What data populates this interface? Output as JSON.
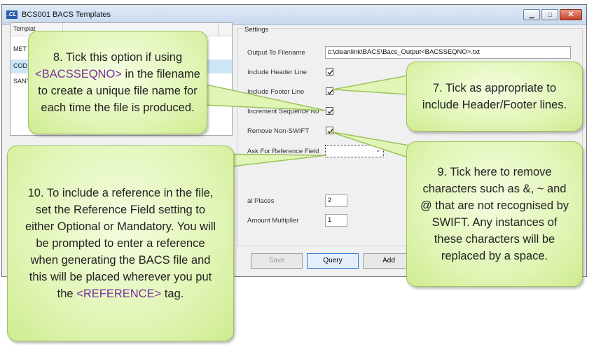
{
  "window": {
    "app_icon": ".CL",
    "title": "BCS001 BACS Templates",
    "min_glyph": "▁",
    "max_glyph": "□",
    "close_glyph": "✕"
  },
  "list": {
    "header": "Templat",
    "rows": [
      "MET",
      "COD",
      "SANT"
    ]
  },
  "settings": {
    "group_title": "Settings",
    "output_label": "Output To Filename",
    "output_value": "c:\\cleanlink\\BACS\\Bacs_Output<BACSSEQNO>.txt",
    "header_label": "Include Header Line",
    "header_checked": true,
    "footer_label": "Include Footer Line",
    "footer_checked": true,
    "increment_label": "Increment Sequence No",
    "increment_checked": true,
    "nonswift_label": "Remove Non-SWIFT",
    "nonswift_checked": true,
    "reference_label": "Ask For Reference Field",
    "reference_value": "",
    "decimal_label": "al Places",
    "decimal_value": "2",
    "multiplier_label": "Amount Multiplier",
    "multiplier_value": "1"
  },
  "buttons": {
    "save": "Save",
    "query": "Query",
    "add": "Add"
  },
  "callouts": {
    "c8": {
      "pre": "8. Tick this option if using",
      "tag": "<BACSSEQNO>",
      "post": " in the filename to create a unique file name for each time the file is produced."
    },
    "c7": {
      "text": "7. Tick as appropriate to include Header/Footer lines."
    },
    "c9": {
      "text": "9. Tick here to remove characters such as &, ~ and @ that are not recognised by SWIFT. Any instances of these characters will be replaced by a space."
    },
    "c10": {
      "pre": "10. To include a reference in the file, set the Reference Field setting to either Optional or Mandatory. You will be prompted to enter a reference when generating the BACS file and this will be placed wherever you put the ",
      "tag": "<REFERENCE>",
      "post": " tag."
    }
  },
  "colors": {
    "callout_fill": "#e1f5b6",
    "callout_border": "#9ac35a",
    "tag_purple": "#7a2fa3",
    "selected_row": "#cce6f7"
  }
}
